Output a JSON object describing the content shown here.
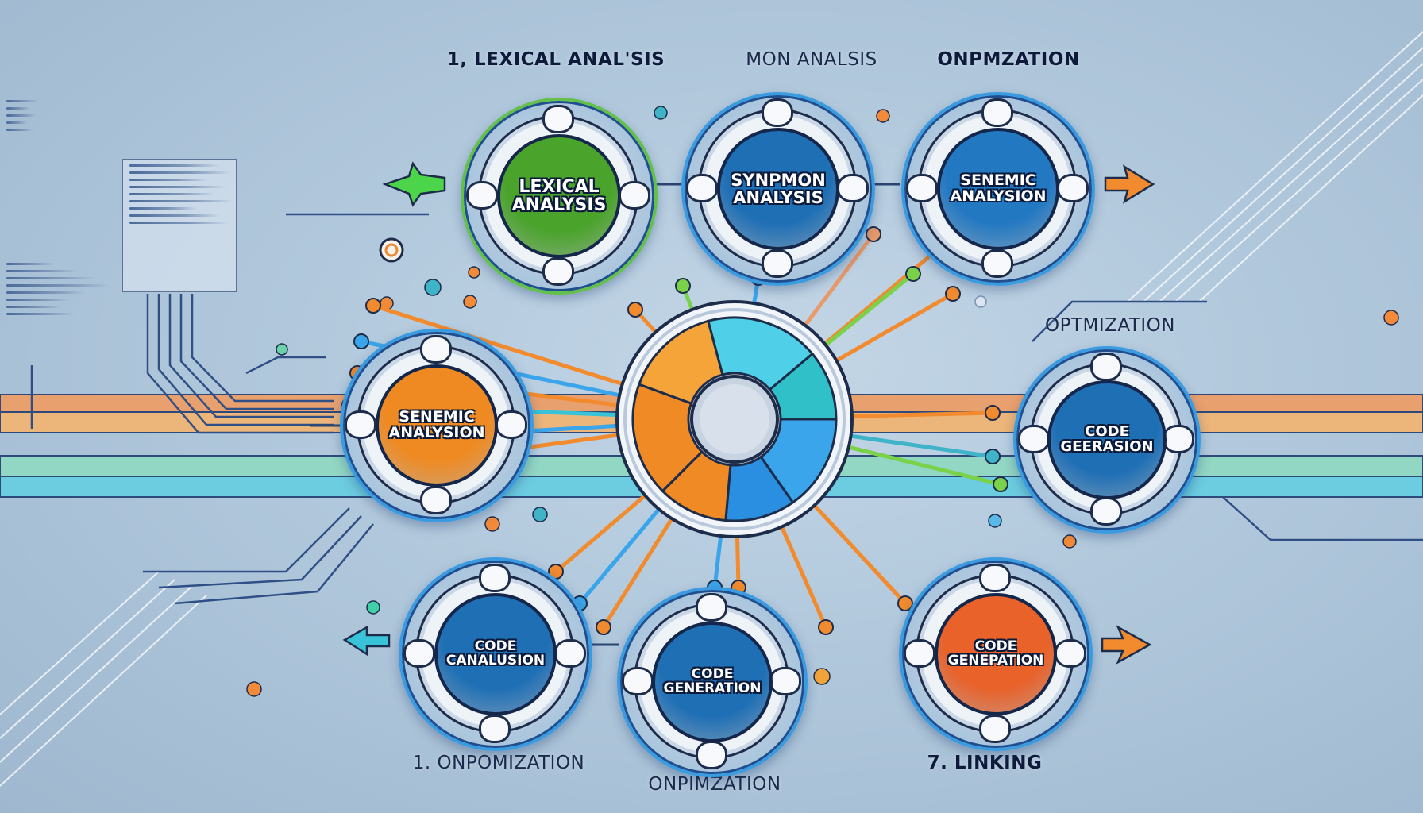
{
  "diagram": {
    "title_labels": {
      "top_left": "1, LEXICAL ANAL'SIS",
      "top_center": "MON ANALSIS",
      "top_right": "ONPMZATION",
      "right_middle": "OPTMIZATION",
      "bottom_left": "1. ONPOMIZATION",
      "bottom_center": "ONPIMZATION",
      "bottom_right": "7. LINKING"
    },
    "nodes": [
      {
        "id": "lexical",
        "line1": "LEXICAL",
        "line2": "ANALYSIS",
        "color": "#4aa32b",
        "ring": "#63c04a"
      },
      {
        "id": "syntax",
        "line1": "SYNPMON",
        "line2": "ANALYSIS",
        "color": "#1f6fb5",
        "ring": "#3a9be0"
      },
      {
        "id": "semantic-top",
        "line1": "SENEMIC",
        "line2": "ANALYSION",
        "color": "#2378c2",
        "ring": "#3a9be0"
      },
      {
        "id": "semantic-left",
        "line1": "SENEMIC",
        "line2": "ANALYSION",
        "color": "#ef8a22",
        "ring": "#3a9be0"
      },
      {
        "id": "codegen-right",
        "line1": "CODE",
        "line2": "GEERASION",
        "color": "#1f6fb5",
        "ring": "#3a9be0"
      },
      {
        "id": "code-canalusion",
        "line1": "CODE",
        "line2": "CANALUSION",
        "color": "#1f6fb5",
        "ring": "#3a9be0"
      },
      {
        "id": "codegen-bottom",
        "line1": "CODE",
        "line2": "GENERATION",
        "color": "#1f6fb5",
        "ring": "#3a9be0"
      },
      {
        "id": "codegen-orange",
        "line1": "CODE",
        "line2": "GENEPATION",
        "color": "#e8622a",
        "ring": "#3a9be0"
      }
    ],
    "hub": {
      "segment_colors": [
        "#f5a43a",
        "#f08a24",
        "#4fd0e8",
        "#2fc0c8",
        "#3aa5ea",
        "#2a8fe0"
      ]
    },
    "bands": [
      "#e9a06f",
      "#ecb57a",
      "#92d6c4",
      "#6ccce0"
    ],
    "arrows": {
      "left_top": "#4cd44a",
      "right_top": "#f28a2e",
      "left_bottom": "#39c3d8",
      "right_bottom": "#f28a2e"
    }
  }
}
